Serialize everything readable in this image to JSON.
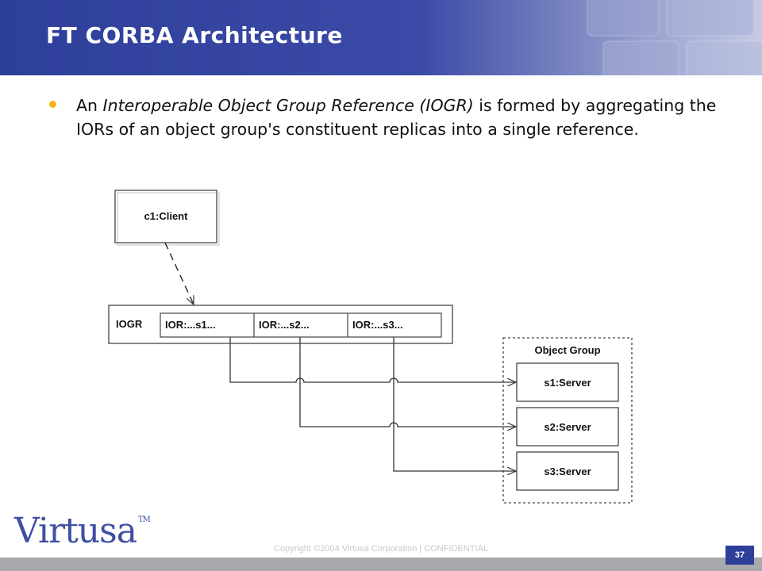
{
  "slide": {
    "title": "FT CORBA Architecture",
    "bullet": {
      "prefix": "An ",
      "term": "Interoperable Object Group Reference (IOGR)",
      "suffix": " is formed by aggregating the IORs of an object group's constituent replicas into a single reference."
    }
  },
  "diagram": {
    "client": "c1:Client",
    "iogr_label": "IOGR",
    "iors": [
      "IOR:...s1...",
      "IOR:...s2...",
      "IOR:...s3..."
    ],
    "group_label": "Object Group",
    "servers": [
      "s1:Server",
      "s2:Server",
      "s3:Server"
    ]
  },
  "footer": {
    "logo": "Virtusa",
    "logo_tm": "TM",
    "copyright": "Copyright ©2004 Virtusa Corporation | CONFIDENTIAL",
    "page_number": "37"
  },
  "colors": {
    "header": "#2e3f9a",
    "bullet": "#f2b514",
    "logo": "#3f4fa4",
    "footer_bar": "#a7a9ac"
  }
}
